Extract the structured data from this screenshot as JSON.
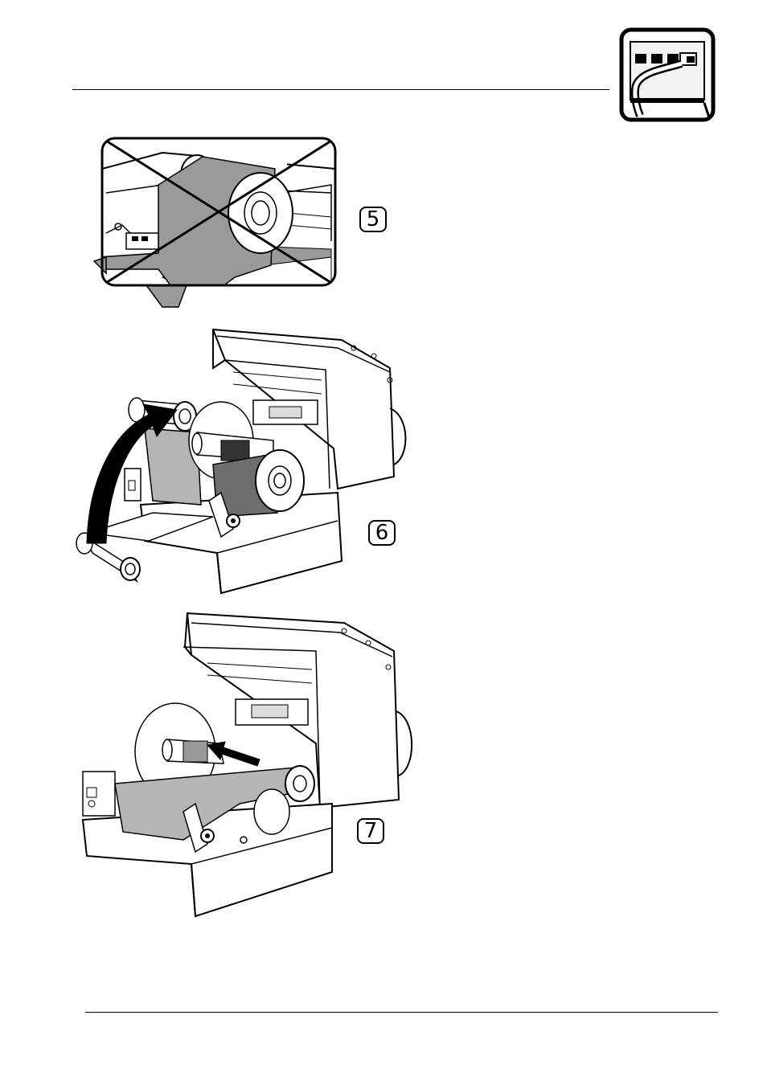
{
  "header": {
    "icon": "network-connection-icon"
  },
  "figures": [
    {
      "step": "5",
      "icon": "incorrect-ribbon-loading-crossed-illustration"
    },
    {
      "step": "6",
      "icon": "ribbon-wrap-over-roller-illustration"
    },
    {
      "step": "7",
      "icon": "ribbon-loaded-push-core-illustration"
    }
  ]
}
